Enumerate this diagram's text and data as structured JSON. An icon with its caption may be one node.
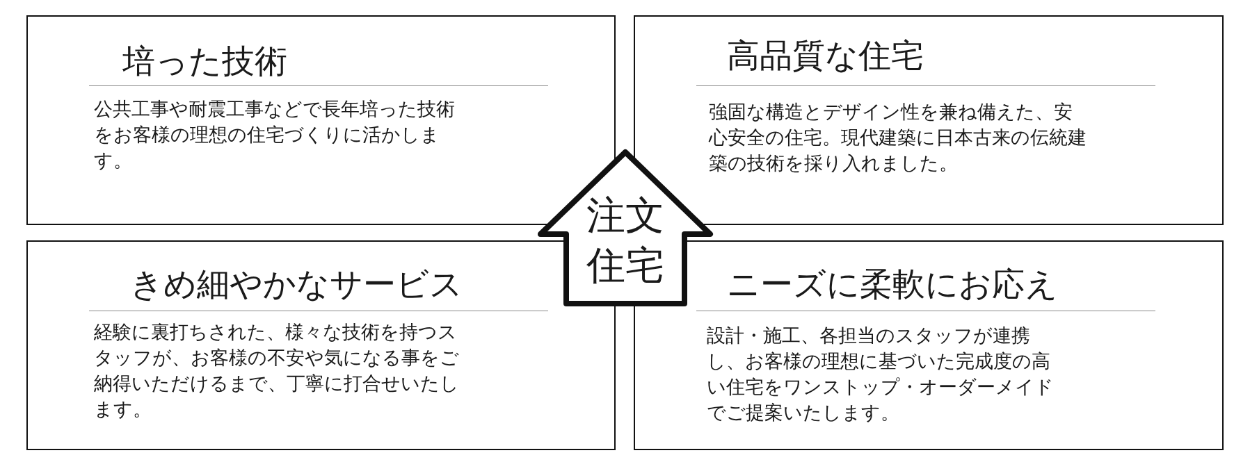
{
  "diagram": {
    "nodes": [
      {
        "text": [
          "培った技術",
          "公共工事や耐震工事などで長年培った技術をお客様の理想の住宅づくりに活かします。"
        ]
      },
      {
        "text": [
          "高品質な住宅",
          "強固な構造とデザイン性を兼ね備えた、安心安全の住宅。現代建築に日本古来の伝統建築の技術を採り入れました。"
        ]
      },
      {
        "text": [
          "注文住宅"
        ]
      },
      {
        "text": [
          "きめ細やかなサービス",
          "経験に裏打ちされた、様々な技術を持つスタッフが、お客様の不安や気になる事をご納得いただけるまで、丁寧に打合せいたします。"
        ]
      },
      {
        "text": [
          "ニーズに柔軟にお応え",
          "設計・施工、各担当のスタッフが連携し、お客様の理想に基づいた完成度の高い住宅をワンストップ・オーダーメイドでご提案いたします。"
        ]
      }
    ]
  }
}
